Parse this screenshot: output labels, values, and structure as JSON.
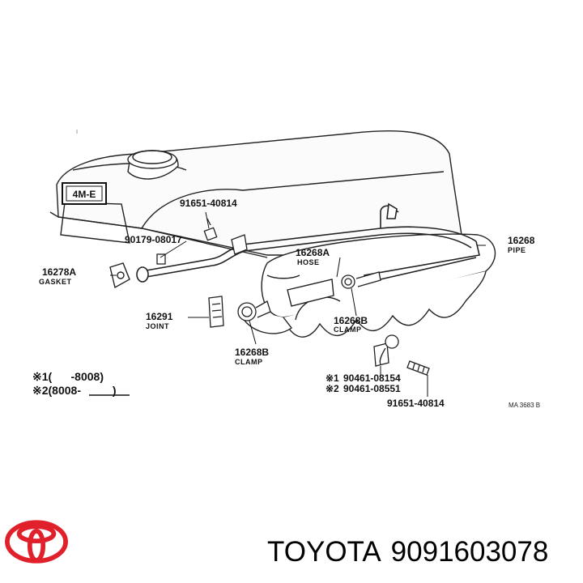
{
  "engine_badge": "4M-E",
  "callouts": {
    "bolt_top": "91651-40814",
    "union_bolt": "90179-08017",
    "gasket_no": "16278A",
    "gasket_name": "GASKET",
    "hose_no": "16268A",
    "hose_name": "HOSE",
    "pipe_no": "16268",
    "pipe_name": "PIPE",
    "joint_no": "16291",
    "joint_name": "JOINT",
    "clamp_right_no": "16268B",
    "clamp_right_name": "CLAMP",
    "clamp_left_no": "16268B",
    "clamp_left_name": "CLAMP",
    "note1_mark": "※1",
    "note1_part": "90461-08154",
    "note2_mark": "※2",
    "note2_part": "90461-08551",
    "bolt_bottom": "91651-40814"
  },
  "legend": {
    "row1": "※1(      -8008)",
    "row2": "※2(8008-          )"
  },
  "ref_code": "MA 3683 B",
  "caption": {
    "brand": "TOYOTA",
    "part_number": "9091603078"
  },
  "logo_color": "#e0202a"
}
